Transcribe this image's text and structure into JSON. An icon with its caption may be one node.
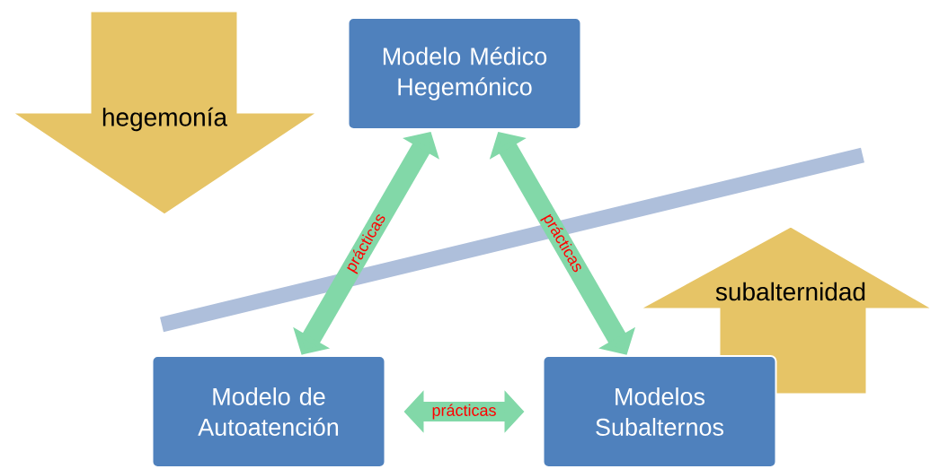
{
  "diagram": {
    "nodes": [
      {
        "text": [
          "hegemonía"
        ]
      },
      {
        "text": [
          "Modelo Médico Hegemónico"
        ]
      },
      {
        "text": [
          "subalternidad"
        ]
      },
      {
        "text": [
          "Modelo de Autoatención"
        ]
      },
      {
        "text": [
          "Modelos Subalternos"
        ]
      }
    ],
    "edges": [
      {
        "from": 3,
        "to": 1,
        "arrow": "both",
        "label": "prácticas"
      },
      {
        "from": 1,
        "to": 4,
        "arrow": "both",
        "label": "prácticas"
      },
      {
        "from": 3,
        "to": 4,
        "arrow": "both",
        "label": "prácticas"
      }
    ]
  }
}
